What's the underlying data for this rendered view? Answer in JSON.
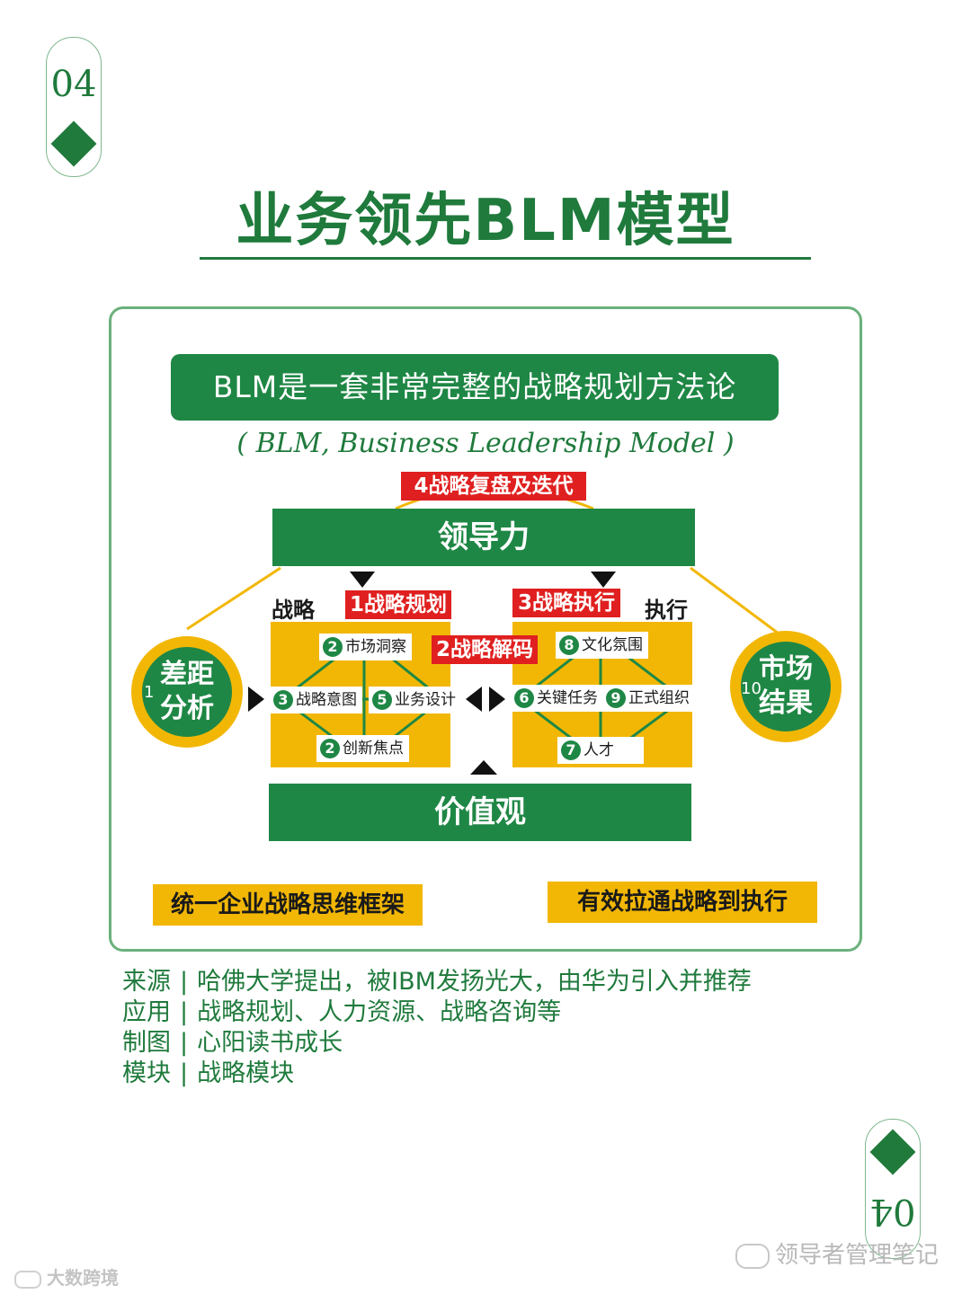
{
  "corner_top": {
    "number": "04"
  },
  "corner_bottom": {
    "number": "04"
  },
  "title": "业务领先BLM模型",
  "banner": "BLM是一套非常完整的战略规划方法论",
  "subtitle": "( BLM, Business Leadership Model )",
  "diagram": {
    "review_tag": "4战略复盘及迭代",
    "leadership": "领导力",
    "values": "价值观",
    "strategy_label": "战略",
    "execution_label": "执行",
    "strategy_planning_tag": "1战略规划",
    "strategy_decode_tag": "2战略解码",
    "strategy_execution_tag": "3战略执行",
    "strategy_items": [
      {
        "num": "2",
        "text": "市场洞察"
      },
      {
        "num": "3",
        "text": "战略意图"
      },
      {
        "num": "5",
        "text": "业务设计"
      },
      {
        "num": "2",
        "text": "创新焦点"
      }
    ],
    "execution_items": [
      {
        "num": "8",
        "text": "文化氛围"
      },
      {
        "num": "6",
        "text": "关键任务"
      },
      {
        "num": "9",
        "text": "正式组织"
      },
      {
        "num": "7",
        "text": "人才"
      }
    ],
    "gap_circle": {
      "num": "1",
      "line1": "差距",
      "line2": "分析"
    },
    "result_circle": {
      "num": "10",
      "line1": "市场",
      "line2": "结果"
    },
    "bottom_left": "统一企业战略思维框架",
    "bottom_right": "有效拉通战略到执行"
  },
  "meta": [
    {
      "key": "来源",
      "value": "哈佛大学提出，被IBM发扬光大，由华为引入并推荐"
    },
    {
      "key": "应用",
      "value": "战略规划、人力资源、战略咨询等"
    },
    {
      "key": "制图",
      "value": "心阳读书成长"
    },
    {
      "key": "模块",
      "value": "战略模块"
    }
  ],
  "watermark_right": "领导者管理笔记",
  "watermark_left": "大数跨境",
  "colors": {
    "green": "#1f8745",
    "yellow": "#f2b705",
    "red": "#e02020"
  }
}
